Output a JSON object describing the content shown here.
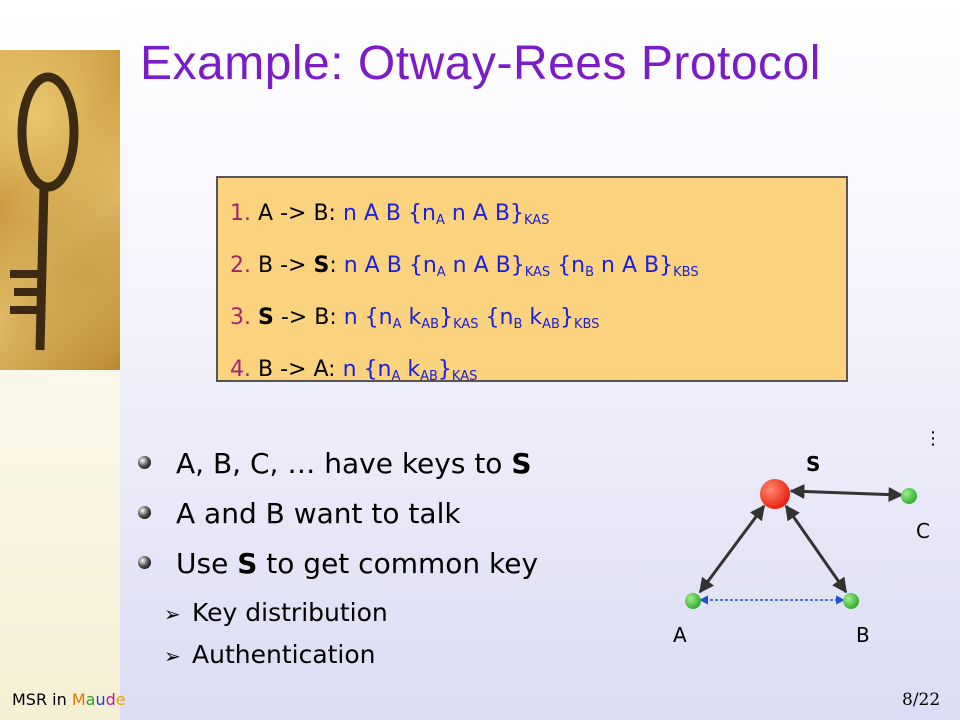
{
  "title": "Example: Otway-Rees Protocol",
  "protocol": {
    "messages": [
      {
        "num": "1.",
        "from": "A",
        "arrow": "->",
        "to": "B",
        "colon": ":",
        "payload": [
          {
            "t": "n A B {n"
          },
          {
            "sub": "A"
          },
          {
            "t": " n A B}"
          },
          {
            "sub": "KAS"
          }
        ]
      },
      {
        "num": "2.",
        "from": "B",
        "arrow": "->",
        "to": "S",
        "colon": ":",
        "payload": [
          {
            "t": "n A B {n"
          },
          {
            "sub": "A"
          },
          {
            "t": " n A B}"
          },
          {
            "sub": "KAS"
          },
          {
            "t": " {n"
          },
          {
            "sub": "B"
          },
          {
            "t": " n A B}"
          },
          {
            "sub": "KBS"
          }
        ]
      },
      {
        "num": "3.",
        "from": "S",
        "arrow": "->",
        "to": "B",
        "colon": ":",
        "payload": [
          {
            "t": "n {n"
          },
          {
            "sub": "A"
          },
          {
            "t": " k"
          },
          {
            "sub": "AB"
          },
          {
            "t": "}"
          },
          {
            "sub": "KAS"
          },
          {
            "t": " {n"
          },
          {
            "sub": "B"
          },
          {
            "t": " k"
          },
          {
            "sub": "AB"
          },
          {
            "t": "}"
          },
          {
            "sub": "KBS"
          }
        ]
      },
      {
        "num": "4.",
        "from": "B",
        "arrow": "->",
        "to": "A",
        "colon": ":",
        "payload": [
          {
            "t": "n {n"
          },
          {
            "sub": "A"
          },
          {
            "t": " k"
          },
          {
            "sub": "AB"
          },
          {
            "t": "}"
          },
          {
            "sub": "KAS"
          }
        ]
      }
    ]
  },
  "bullets": {
    "b1": {
      "pre": "A, B, C, … have keys to ",
      "bold": "S"
    },
    "b2": "A and B want to talk",
    "b3": {
      "pre": "Use ",
      "bold": "S",
      "post": " to get common key"
    },
    "sub1": "Key distribution",
    "sub2": "Authentication",
    "arrow_glyph": "➢"
  },
  "diagram": {
    "node_s": "S",
    "node_a": "A",
    "node_b": "B",
    "node_c": "C",
    "ellipsis": "⋮",
    "colors": {
      "server": "#ff2d1a",
      "client": "#3fbf3a",
      "dashed": "#1e4fd8",
      "edge": "#333333"
    }
  },
  "footer": {
    "prefix": "MSR in ",
    "maude_letters": [
      {
        "ch": "M",
        "color": "#e07800"
      },
      {
        "ch": "a",
        "color": "#2ca02c"
      },
      {
        "ch": "u",
        "color": "#1f3fd8"
      },
      {
        "ch": "d",
        "color": "#c0179a"
      },
      {
        "ch": "e",
        "color": "#e0a800"
      }
    ],
    "page": "8/22"
  },
  "colors": {
    "title": "#7a1cc7",
    "box": "#fbd27e",
    "msg_num": "#a0266e",
    "msg_blue": "#1a22d8"
  }
}
